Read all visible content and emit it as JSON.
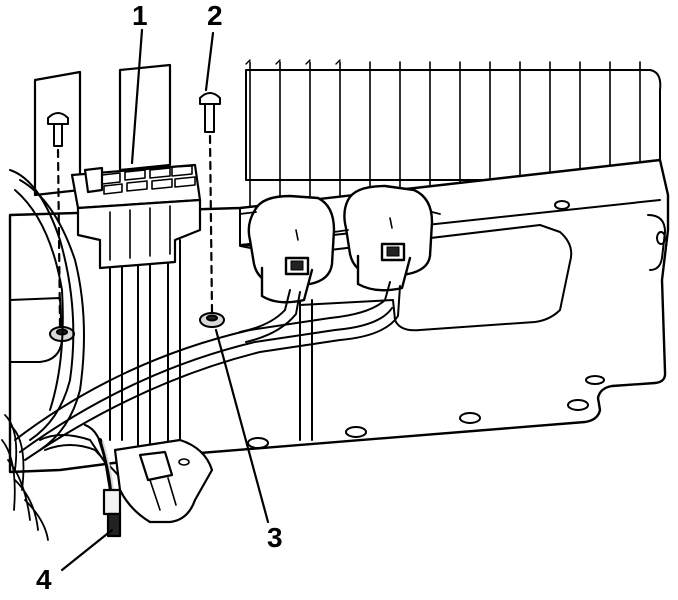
{
  "callouts": {
    "one": "1",
    "two": "2",
    "three": "3",
    "four": "4"
  },
  "colors": {
    "line": "#000000",
    "background": "#ffffff",
    "light_fill": "#f2f2f2",
    "mid_fill": "#d9d9d9",
    "dark_fill": "#222222"
  }
}
